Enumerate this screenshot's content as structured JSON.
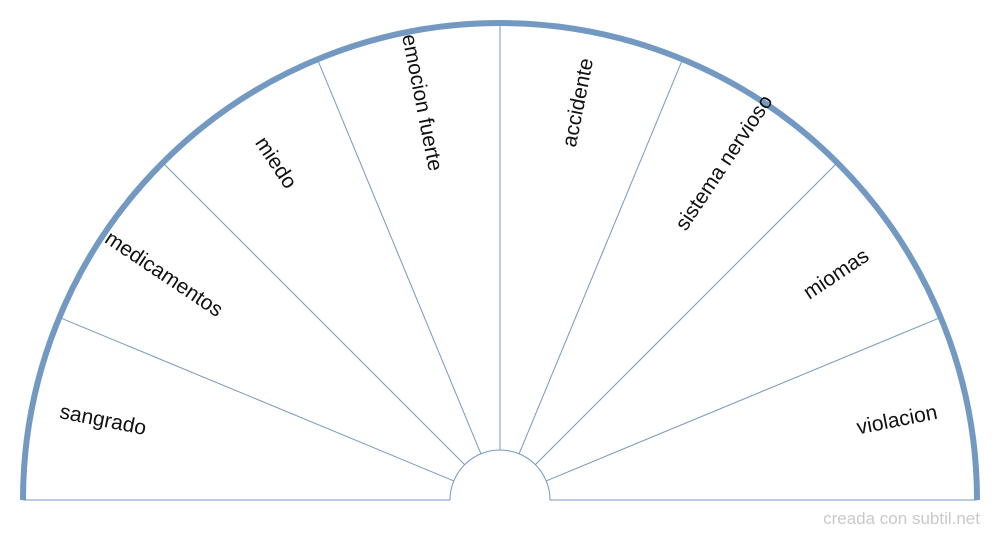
{
  "chart_data": {
    "type": "pie",
    "form": "semicircle",
    "segments": [
      "sangrado",
      "medicamentos",
      "miedo",
      "emocion fuerte",
      "accidente",
      "sistema nervioso",
      "miomas",
      "violacion"
    ]
  },
  "colors": {
    "outer_arc": "#7399c2",
    "spokes": "#7399c2",
    "text": "#111111",
    "credit": "#c9c9c9"
  },
  "footer": {
    "credit": "creada con subtil.net"
  }
}
